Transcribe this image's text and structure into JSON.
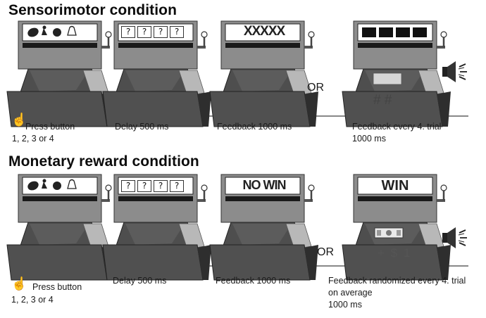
{
  "sections": [
    {
      "title": "Sensorimotor condition",
      "or_label": "OR",
      "captions": {
        "press_line1": "Press button",
        "press_line2": "1, 2, 3 or 4",
        "delay": "Delay 500 ms",
        "feedback": "Feedback 1000 ms",
        "alt_line1": "Feedback every 4. trial",
        "alt_line2": "1000 ms"
      },
      "screens": {
        "delay": "?|?|?|?",
        "feedback": "XXXXX",
        "alt_display": "",
        "alt_bottom": "# #"
      }
    },
    {
      "title": "Monetary reward condition",
      "or_label": "OR",
      "captions": {
        "press_line1": "Press button",
        "press_line2": "1, 2, 3 or 4",
        "delay": "Delay 500 ms",
        "feedback": "Feedback 1000 ms",
        "alt_line1": "Feedback randomized every 4. trial",
        "alt_line2": "on average",
        "alt_line3": "1000 ms"
      },
      "screens": {
        "delay": "?|?|?|?",
        "feedback": "NO WIN",
        "alt_display": "WIN",
        "alt_bottom": "+ $ 1"
      }
    }
  ],
  "icons": [
    "pointing-hand-icon",
    "speaker-icon",
    "fruit-symbols-icon",
    "banknote-icon"
  ]
}
